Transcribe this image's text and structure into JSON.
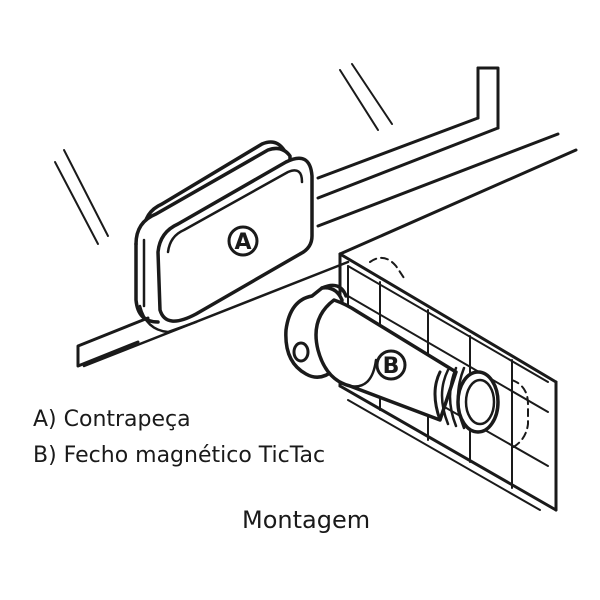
{
  "callouts": {
    "a": "A",
    "b": "B"
  },
  "legend": {
    "item_a": "A) Contrapeça",
    "item_b": "B) Fecho magnético TicTac"
  },
  "caption": "Montagem",
  "colors": {
    "line": "#1a1a1a",
    "background": "#ffffff"
  }
}
